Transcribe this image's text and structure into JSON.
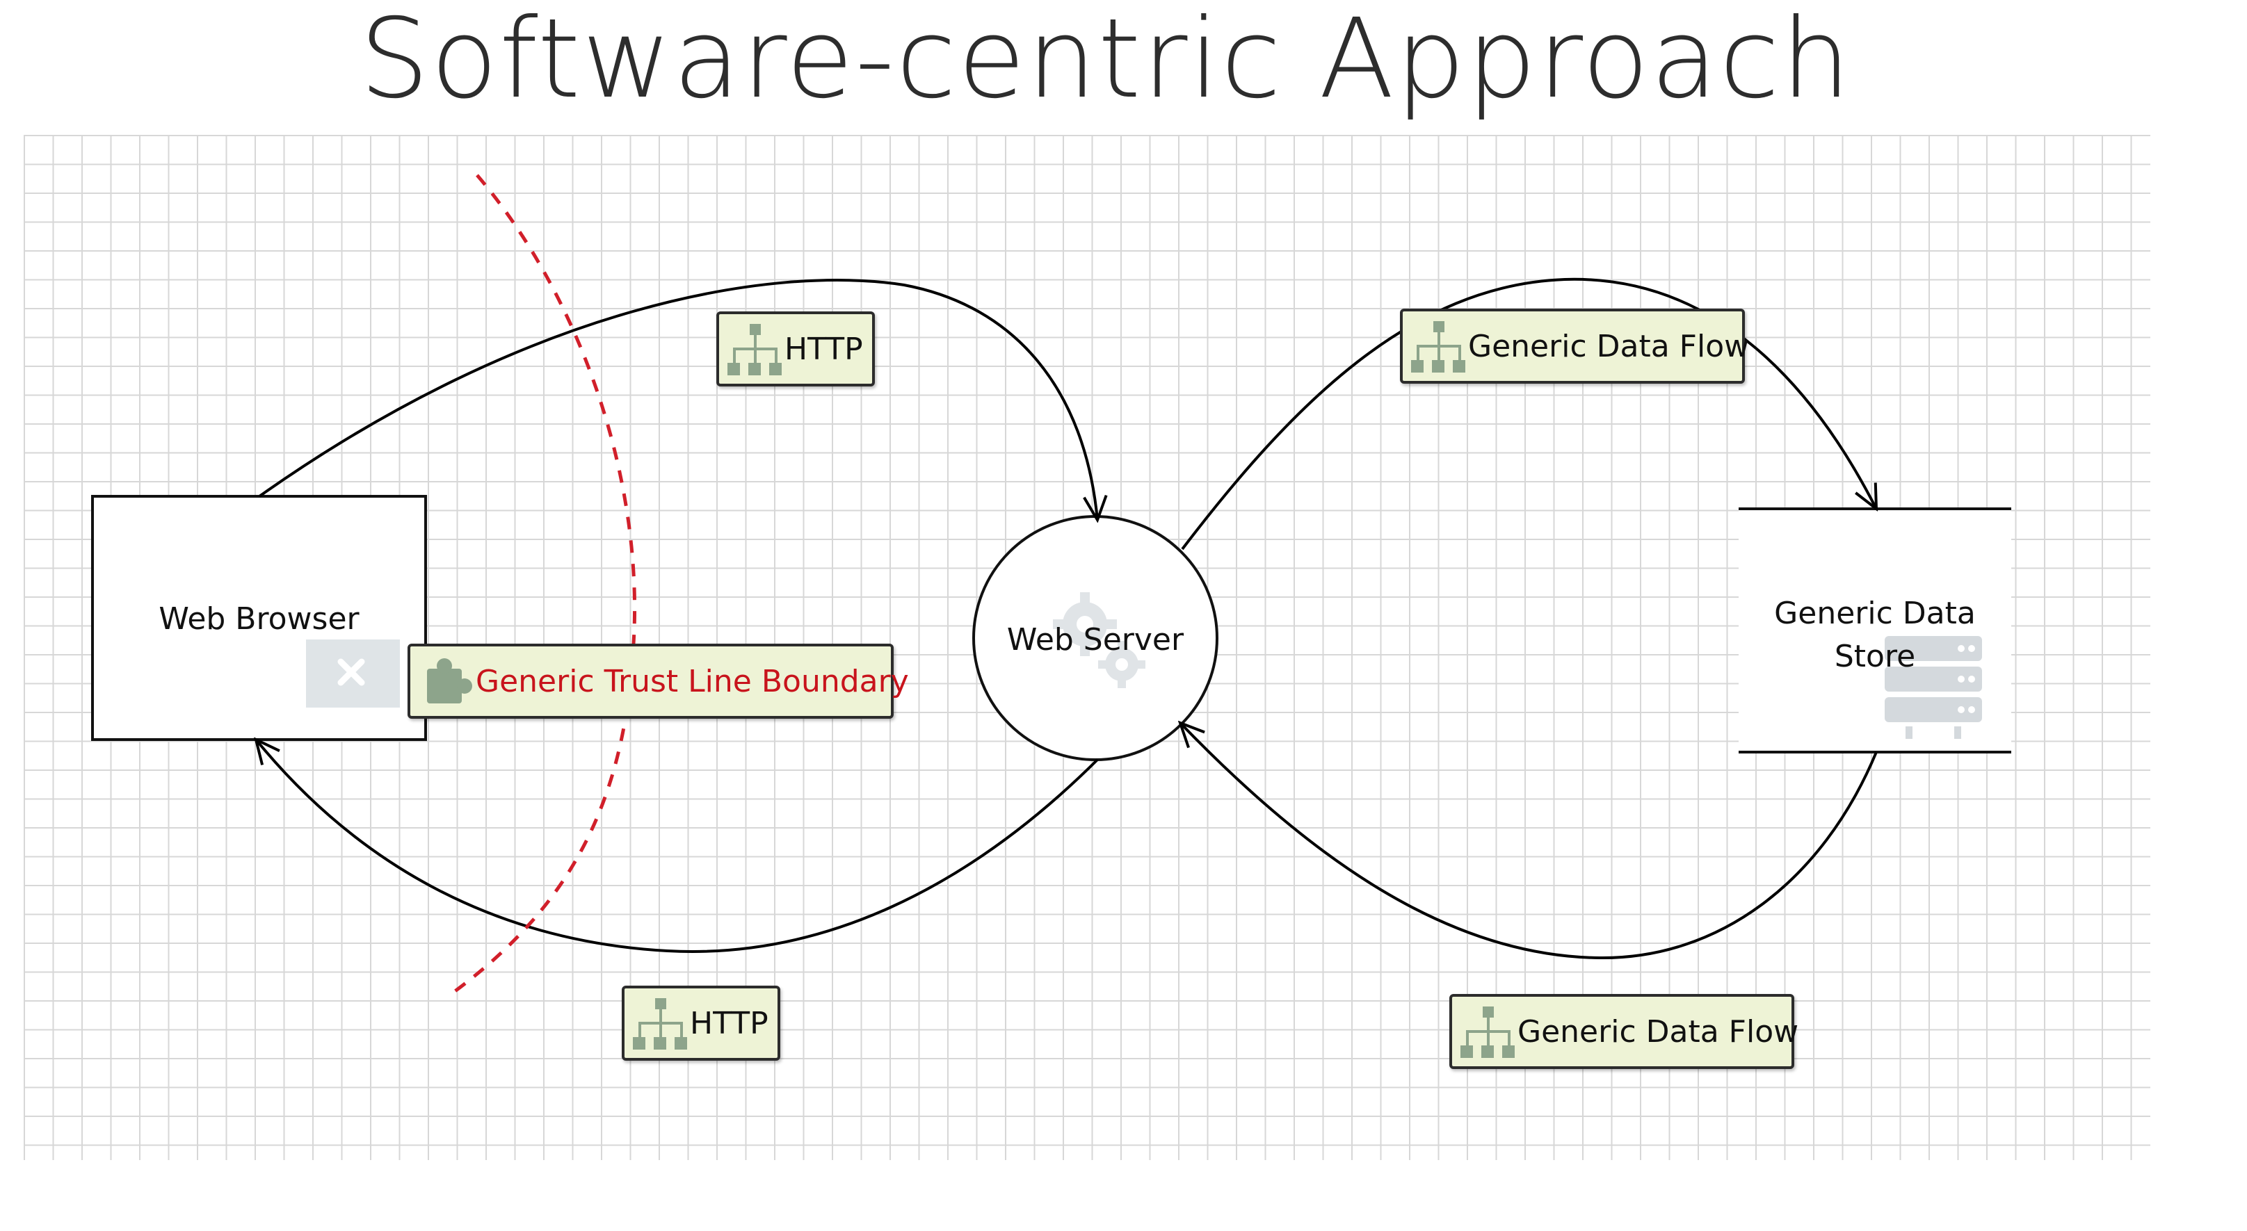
{
  "title": "Software-centric Approach",
  "nodes": {
    "web_browser": {
      "label": "Web Browser"
    },
    "web_server": {
      "label": "Web Server"
    },
    "data_store": {
      "label": "Generic Data\nStore"
    }
  },
  "flows": {
    "http_request": {
      "label": "HTTP"
    },
    "http_response": {
      "label": "HTTP"
    },
    "data_flow_out": {
      "label": "Generic Data Flow"
    },
    "data_flow_in": {
      "label": "Generic Data Flow"
    }
  },
  "trust_boundary": {
    "label": "Generic Trust Line Boundary",
    "color": "#d11f2a"
  },
  "colors": {
    "tag_fill": "#eef3d6",
    "tag_icon": "#8da48b",
    "grid": "#d7d7d7",
    "line": "#000000"
  },
  "icons": {
    "flow_tag_icon": "network-tree-icon",
    "server_icon": "gear-icon",
    "store_icon": "database-icon",
    "boundary_icon": "puzzle-icon",
    "close_icon": "close-icon"
  }
}
